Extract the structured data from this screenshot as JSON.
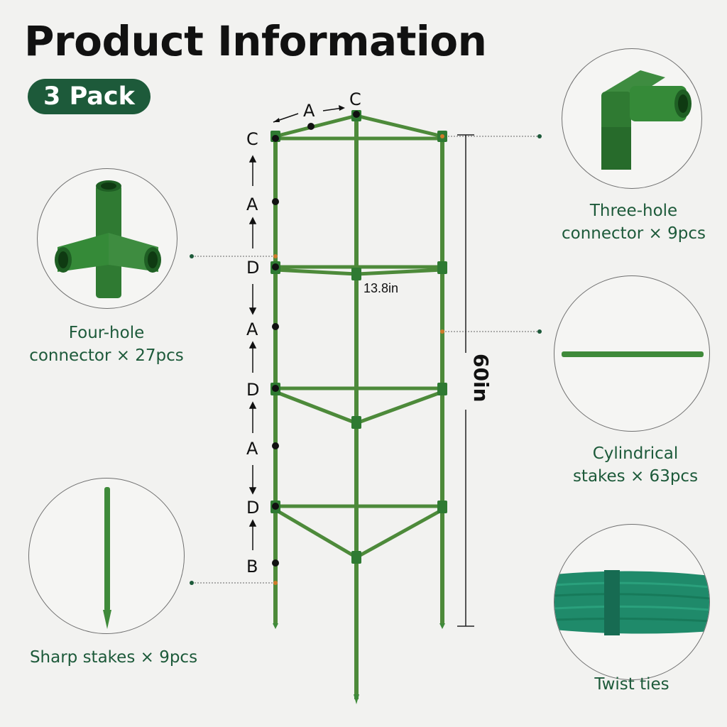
{
  "title": "Product Information",
  "badge": "3 Pack",
  "parts": {
    "three_hole": {
      "line1": "Three-hole",
      "line2": "connector × 9pcs"
    },
    "four_hole": {
      "line1": "Four-hole",
      "line2": "connector × 27pcs"
    },
    "cylindrical": {
      "line1": "Cylindrical",
      "line2": "stakes × 63pcs"
    },
    "sharp": {
      "line1": "Sharp stakes × 9pcs"
    },
    "twist": {
      "line1": "Twist ties"
    }
  },
  "dimensions": {
    "width": "13.8in",
    "height": "60in"
  },
  "diagram_labels": {
    "top_a": "A",
    "top_c": "C",
    "left_labels": [
      "C",
      "A",
      "D",
      "A",
      "D",
      "A",
      "D",
      "B"
    ]
  },
  "colors": {
    "brand": "#1d5a3a",
    "pole": "#4d8a3a",
    "connector": "#2f7a32"
  }
}
